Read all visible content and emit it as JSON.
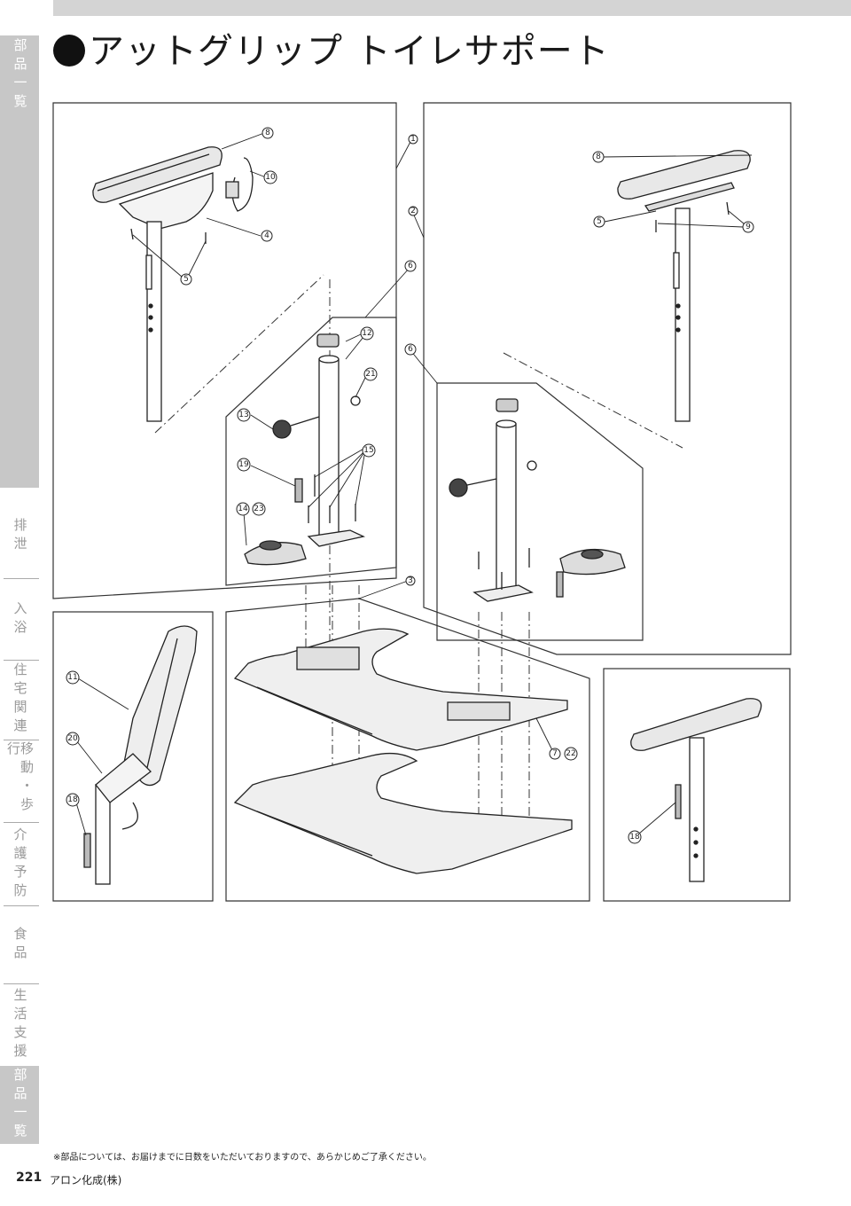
{
  "title": "アットグリップ トイレサポート",
  "sidebar": {
    "top_tab": "部品一覧",
    "items": [
      "排泄",
      "入浴",
      "住宅関連",
      "移動・歩行",
      "介護予防",
      "食品",
      "生活支援"
    ],
    "bottom_tab": "部品一覧"
  },
  "parts": {
    "panel_top_left": [
      "8",
      "10",
      "4",
      "5"
    ],
    "panel_top_right": [
      "8",
      "5",
      "9"
    ],
    "panel_center": [
      "6",
      "12",
      "21",
      "13",
      "15",
      "19",
      "14",
      "23"
    ],
    "panel_right_inner": [
      "6"
    ],
    "leaders": [
      "1",
      "2",
      "3"
    ],
    "panel_base": [
      "7",
      "22"
    ],
    "panel_bottom_left": [
      "11",
      "20",
      "18"
    ],
    "panel_bottom_right": [
      "18"
    ]
  },
  "footer": {
    "note": "※部品については、お届けまでに日数をいただいておりますので、あらかじめご了承ください。",
    "page_number": "221",
    "company": "アロン化成(株)"
  },
  "colors": {
    "tab_gray": "#c7c7c7",
    "line": "#333333"
  }
}
